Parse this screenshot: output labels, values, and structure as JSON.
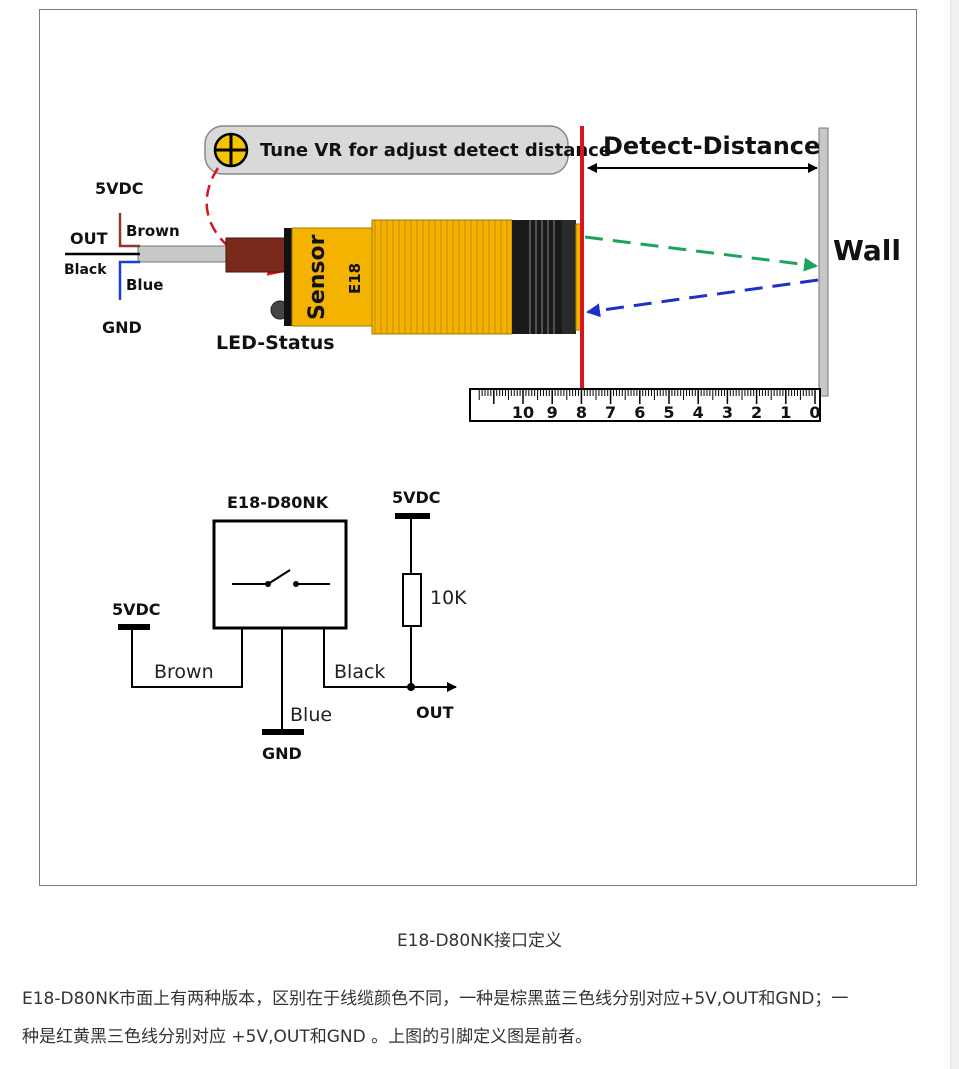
{
  "diagram": {
    "tune_callout": "Tune VR for adjust detect distance",
    "detect_distance": "Detect-Distance",
    "wall": "Wall",
    "sensor_label": "Sensor",
    "model_label": "E18",
    "led_status": "LED-Status",
    "wires": {
      "vdc": "5VDC",
      "brown": "Brown",
      "out": "OUT",
      "black": "Black",
      "blue": "Blue",
      "gnd": "GND"
    },
    "ruler_ticks": [
      "10",
      "9",
      "8",
      "7",
      "6",
      "5",
      "4",
      "3",
      "2",
      "1",
      "0"
    ],
    "schematic": {
      "box_title": "E18-D80NK",
      "left_vdc": "5VDC",
      "brown": "Brown",
      "blue": "Blue",
      "gnd": "GND",
      "black": "Black",
      "right_vdc": "5VDC",
      "resistor": "10K",
      "out": "OUT"
    },
    "colors": {
      "sensor_body": "#f5b301",
      "red_line": "#d8141e",
      "green_beam": "#1aa55a",
      "blue_beam": "#1f2fc8",
      "brown_wire": "#8b3a2a",
      "blue_wire": "#1a3fd6"
    }
  },
  "caption": "E18-D80NK接口定义",
  "paragraph": [
    "E18-D80NK市面上有两种版本，区别在于线缆颜色不同，一种是棕黑蓝三色线分别对应+5V,OUT和GND；一",
    "种是红黄黑三色线分别对应 +5V,OUT和GND 。上图的引脚定义图是前者。"
  ]
}
